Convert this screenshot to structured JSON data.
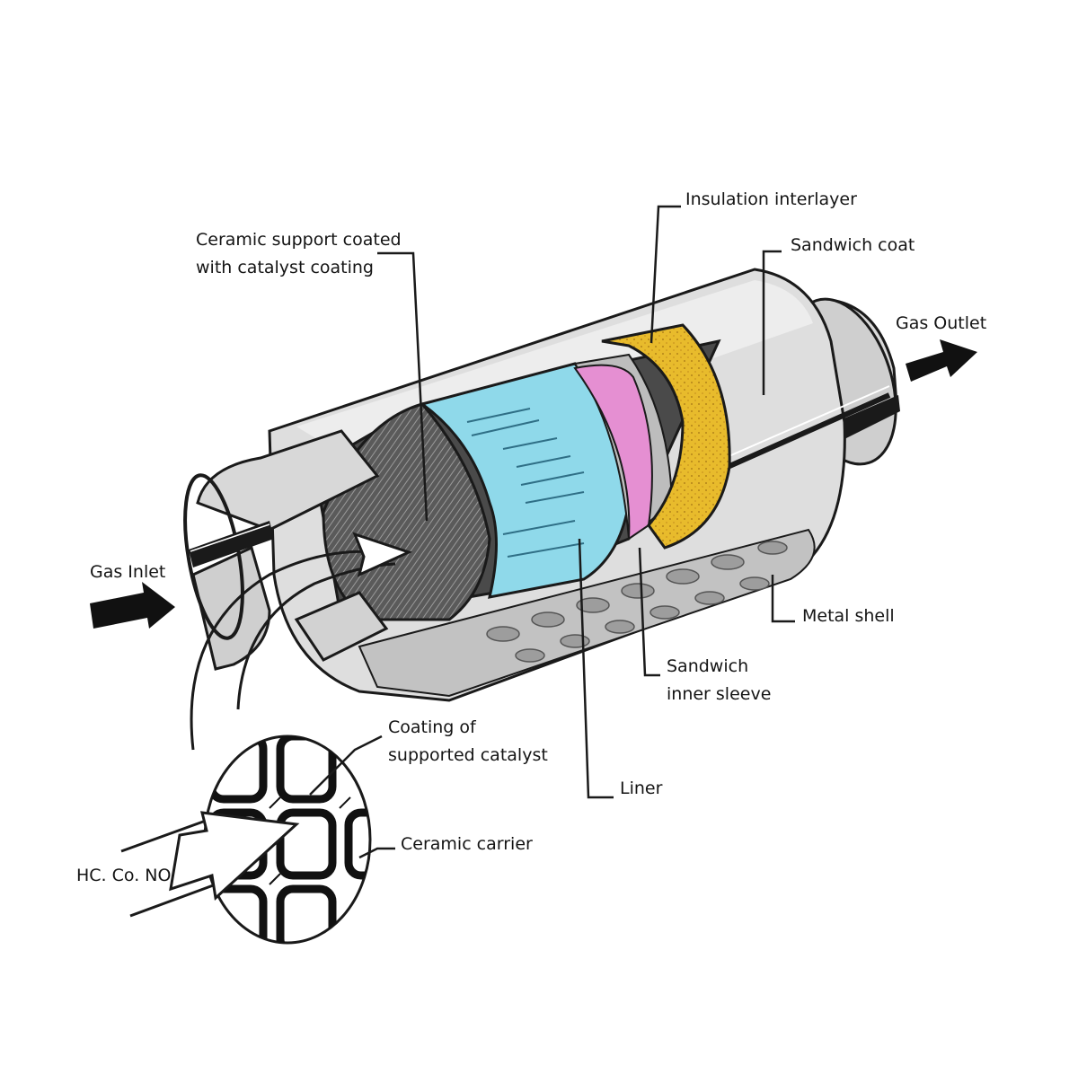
{
  "labels": {
    "ceramic_support": [
      "Ceramic support coated",
      "with catalyst coating"
    ],
    "insulation_interlayer": "Insulation interlayer",
    "sandwich_coat": "Sandwich coat",
    "gas_outlet": "Gas Outlet",
    "gas_inlet": "Gas Inlet",
    "metal_shell": "Metal shell",
    "sandwich_inner_sleeve": [
      "Sandwich",
      "inner sleeve"
    ],
    "coating_supported_catalyst": [
      "Coating of",
      "supported catalyst"
    ],
    "liner": "Liner",
    "ceramic_carrier": "Ceramic carrier",
    "gases": "HC. Co. NO"
  },
  "colors": {
    "catalyst_substrate": "#8fd9ea",
    "inner_sleeve": "#e58fd2",
    "insulation": "#e8bb2c",
    "shell": "#d6d6d6",
    "outline": "#1a1a1a"
  }
}
